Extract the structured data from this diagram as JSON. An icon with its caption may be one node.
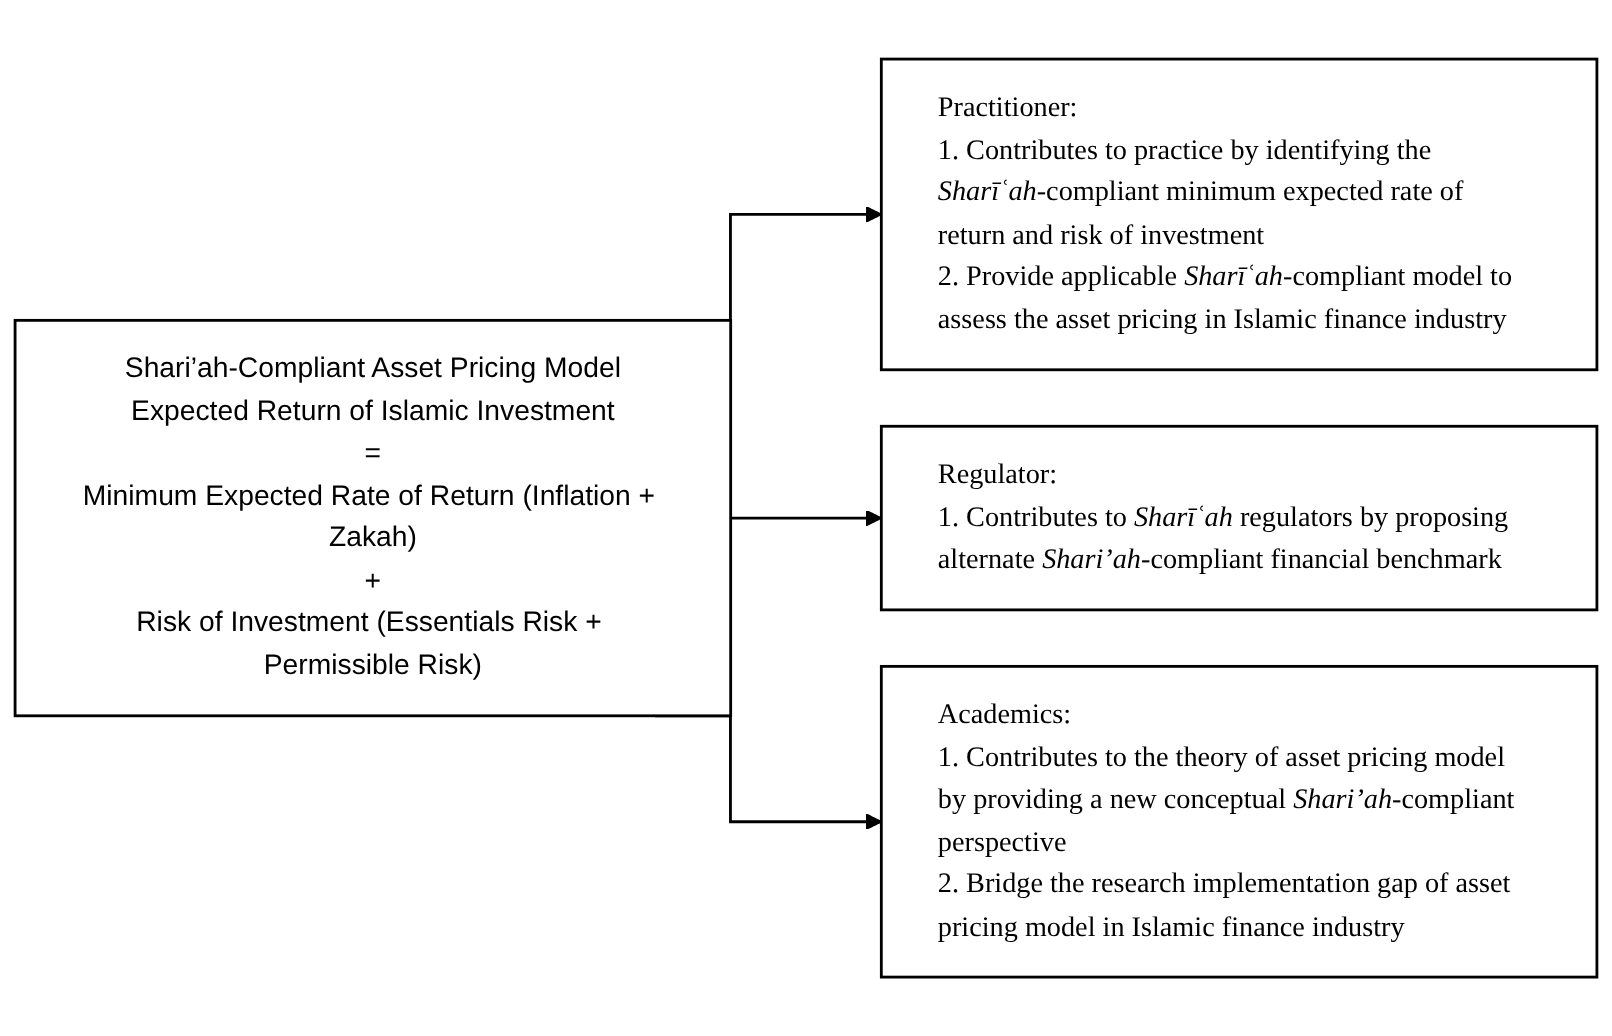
{
  "diagram": {
    "nodes": [
      {
        "text": [
          "Shari’ah-Compliant Asset Pricing Model",
          "Expected Return of Islamic Investment",
          "=",
          "Minimum Expected Rate of Return (Inflation + Zakah)",
          "+",
          "Risk of Investment (Essentials Risk + Permissible Risk)"
        ]
      },
      {
        "text": [
          "Practitioner:",
          "1. Contributes to practice by identifying the *Sharīʿah*-compliant minimum expected rate of return and risk of investment",
          "2. Provide applicable *Sharīʿah*-compliant model to assess the asset pricing in Islamic finance industry"
        ]
      },
      {
        "text": [
          "Regulator:",
          "1. Contributes to *Sharīʿah* regulators by proposing alternate *Shari’ah*-compliant financial benchmark"
        ]
      },
      {
        "text": [
          "Academics:",
          "1. Contributes to the theory of asset pricing model by providing a new conceptual *Shari’ah*-compliant perspective",
          "2. Bridge the research implementation gap of asset pricing model in Islamic finance industry"
        ]
      }
    ],
    "edges": [
      {
        "from": 0,
        "to": 1,
        "arrow": "to"
      },
      {
        "from": 0,
        "to": 2,
        "arrow": "to"
      },
      {
        "from": 0,
        "to": 3,
        "arrow": "to"
      }
    ]
  }
}
